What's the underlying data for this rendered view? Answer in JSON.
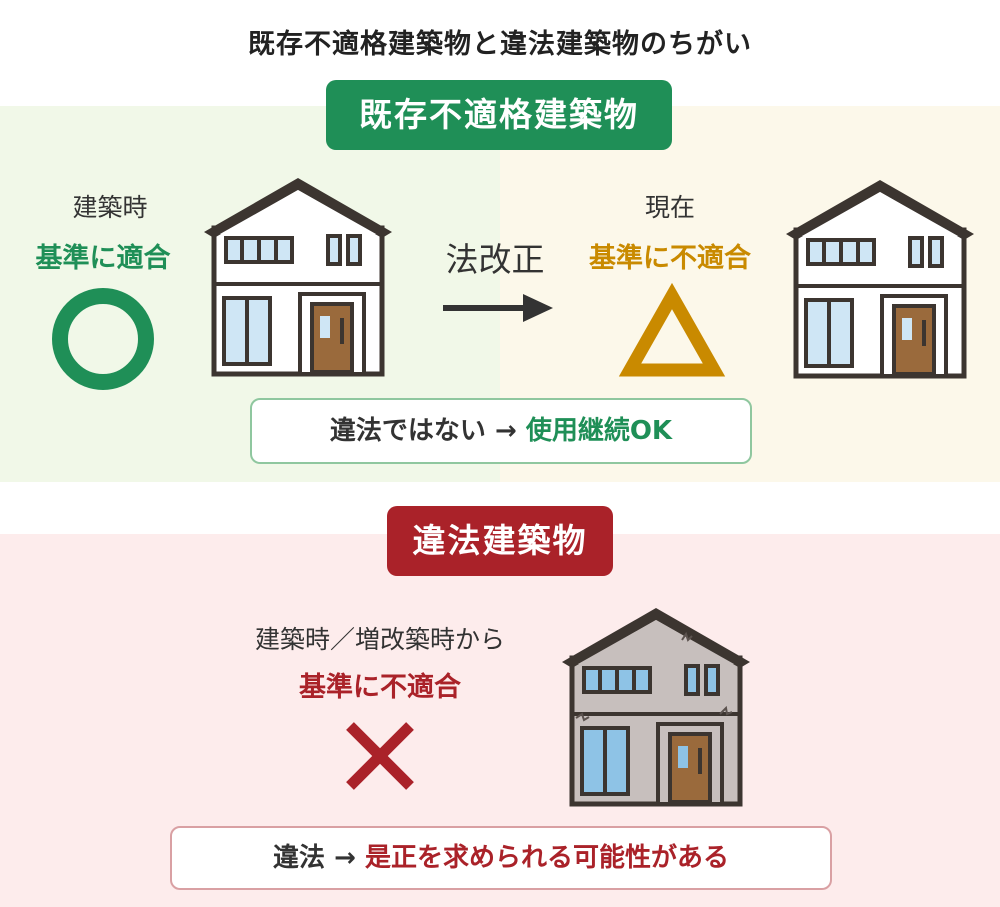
{
  "title": "既存不適格建築物と違法建築物のちがい",
  "existing": {
    "badge": "既存不適格建築物",
    "left_label": "建築時",
    "left_status": "基準に適合",
    "arrow_label": "法改正",
    "right_label": "現在",
    "right_status": "基準に不適合",
    "note_prefix": "違法ではない → ",
    "note_highlight": "使用継続OK"
  },
  "illegal": {
    "badge": "違法建築物",
    "label": "建築時／増改築時から",
    "status": "基準に不適合",
    "note_prefix": "違法 → ",
    "note_highlight": "是正を求められる可能性がある"
  },
  "colors": {
    "green": "#1f8f57",
    "gold": "#c98a00",
    "red": "#aa2229"
  },
  "icons": [
    "circle-ok-icon",
    "right-arrow-icon",
    "triangle-caution-icon",
    "cross-ng-icon",
    "house-icon"
  ]
}
